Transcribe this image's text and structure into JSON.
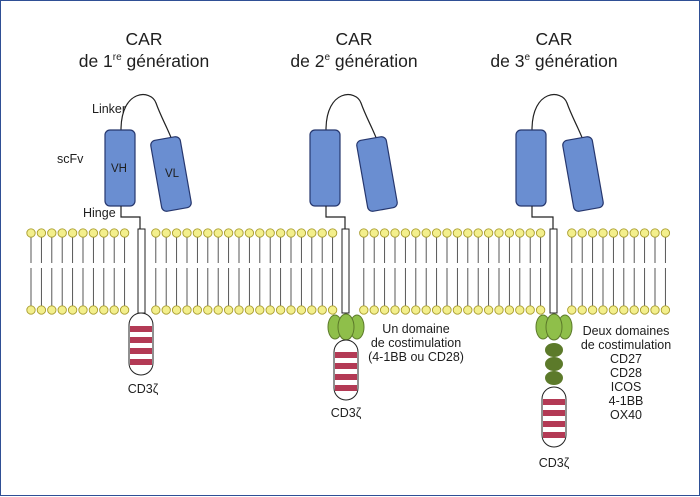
{
  "colors": {
    "frame": "#2f4f95",
    "domain_fill": "#6a8ed1",
    "domain_stroke": "#26376e",
    "lipid_head": "#f3ef8c",
    "lipid_head_stroke": "#a99d2e",
    "costim_light": "#8fbf4a",
    "costim_dark": "#5c7a2a",
    "itam": "#b33a55"
  },
  "titles": [
    {
      "line1": "CAR",
      "line2_prefix": "de 1",
      "line2_sup": "re",
      "line2_suffix": " génération"
    },
    {
      "line1": "CAR",
      "line2_prefix": "de 2",
      "line2_sup": "e",
      "line2_suffix": " génération"
    },
    {
      "line1": "CAR",
      "line2_prefix": "de 3",
      "line2_sup": "e",
      "line2_suffix": " génération"
    }
  ],
  "labels": {
    "linker": "Linker",
    "scfv": "scFv",
    "hinge": "Hinge",
    "vh": "VH",
    "vl": "VL"
  },
  "cd3z": [
    "CD3ζ",
    "CD3ζ",
    "CD3ζ"
  ],
  "gen2_costim": [
    "Un domaine",
    "de costimulation",
    "(4-1BB ou CD28)"
  ],
  "gen3_costim": [
    "Deux domaines",
    "de costimulation",
    "CD27",
    "CD28",
    "ICOS",
    "4-1BB",
    "OX40"
  ]
}
